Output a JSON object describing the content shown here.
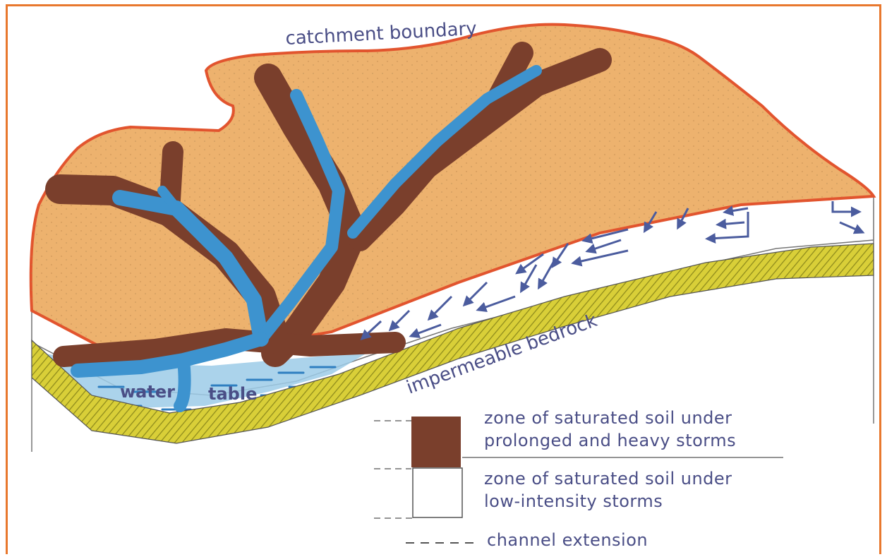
{
  "labels": {
    "catchment_boundary": "catchment boundary",
    "impermeable_bedrock": "impermeable bedrock",
    "water": "water",
    "table": "table"
  },
  "legend": {
    "heavy_storms": [
      "zone of saturated soil under",
      "prolonged and heavy storms"
    ],
    "low_storms": [
      "zone of saturated soil under",
      "low-intensity storms"
    ],
    "channel_extension": "channel extension"
  },
  "colors": {
    "frame": "#e8782e",
    "soil": "#edb26e",
    "boundary": "#e2542e",
    "saturated_heavy": "#7a3f2c",
    "channel": "#3d93cf",
    "bedrock": "#c6bd2a",
    "arrow": "#4b5c9e",
    "text": "#4a4e86"
  }
}
